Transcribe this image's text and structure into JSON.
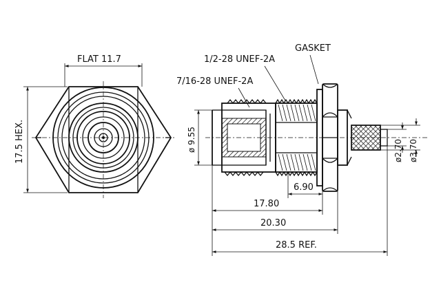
{
  "front_view": {
    "flat_label": "FLAT 11.7",
    "hex_label": "17.5 HEX."
  },
  "side_view": {
    "thread_large_label": "1/2-28 UNEF-2A",
    "thread_small_label": "7/16-28 UNEF-2A",
    "gasket_label": "GASKET",
    "dia_955_label": "ø 9.55",
    "dia_270_label": "ø2.70",
    "dia_370_label": "ø3.70",
    "dim_690_label": "6.90",
    "dim_1780_label": "17.80",
    "dim_2030_label": "20.30",
    "dim_285_label": "28.5 REF."
  }
}
